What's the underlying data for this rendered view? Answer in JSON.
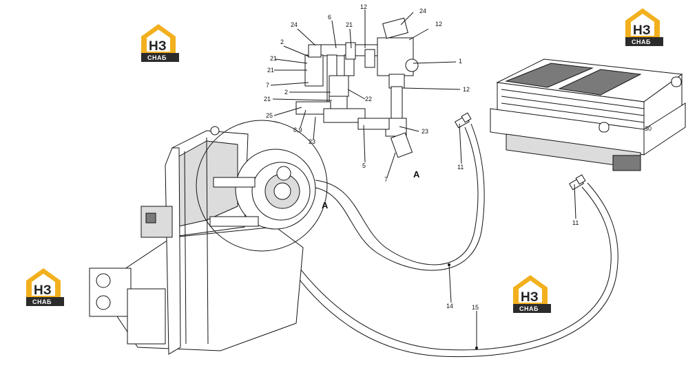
{
  "logos": [
    {
      "main": "НЗ",
      "sub": "СНАБ",
      "accent": "#f2b01e",
      "dark": "#2b2b2b"
    },
    {
      "main": "НЗ",
      "sub": "СНАБ",
      "accent": "#f2b01e",
      "dark": "#2b2b2b"
    },
    {
      "main": "НЗ",
      "sub": "СНАБ",
      "accent": "#f2b01e",
      "dark": "#2b2b2b"
    },
    {
      "main": "НЗ",
      "sub": "СНАБ",
      "accent": "#f2b01e",
      "dark": "#2b2b2b"
    }
  ],
  "callouts": [
    {
      "text": "12"
    },
    {
      "text": "24"
    },
    {
      "text": "6"
    },
    {
      "text": "21"
    },
    {
      "text": "24"
    },
    {
      "text": "12"
    },
    {
      "text": "2"
    },
    {
      "text": "1"
    },
    {
      "text": "21"
    },
    {
      "text": "21"
    },
    {
      "text": "7"
    },
    {
      "text": "12"
    },
    {
      "text": "2"
    },
    {
      "text": "22"
    },
    {
      "text": "21"
    },
    {
      "text": "25"
    },
    {
      "text": "23"
    },
    {
      "text": "8,9"
    },
    {
      "text": "23"
    },
    {
      "text": "5"
    },
    {
      "text": "7"
    },
    {
      "text": "A"
    },
    {
      "text": "11"
    },
    {
      "text": "30"
    },
    {
      "text": "11"
    },
    {
      "text": "A"
    },
    {
      "text": "14"
    },
    {
      "text": "15"
    }
  ]
}
